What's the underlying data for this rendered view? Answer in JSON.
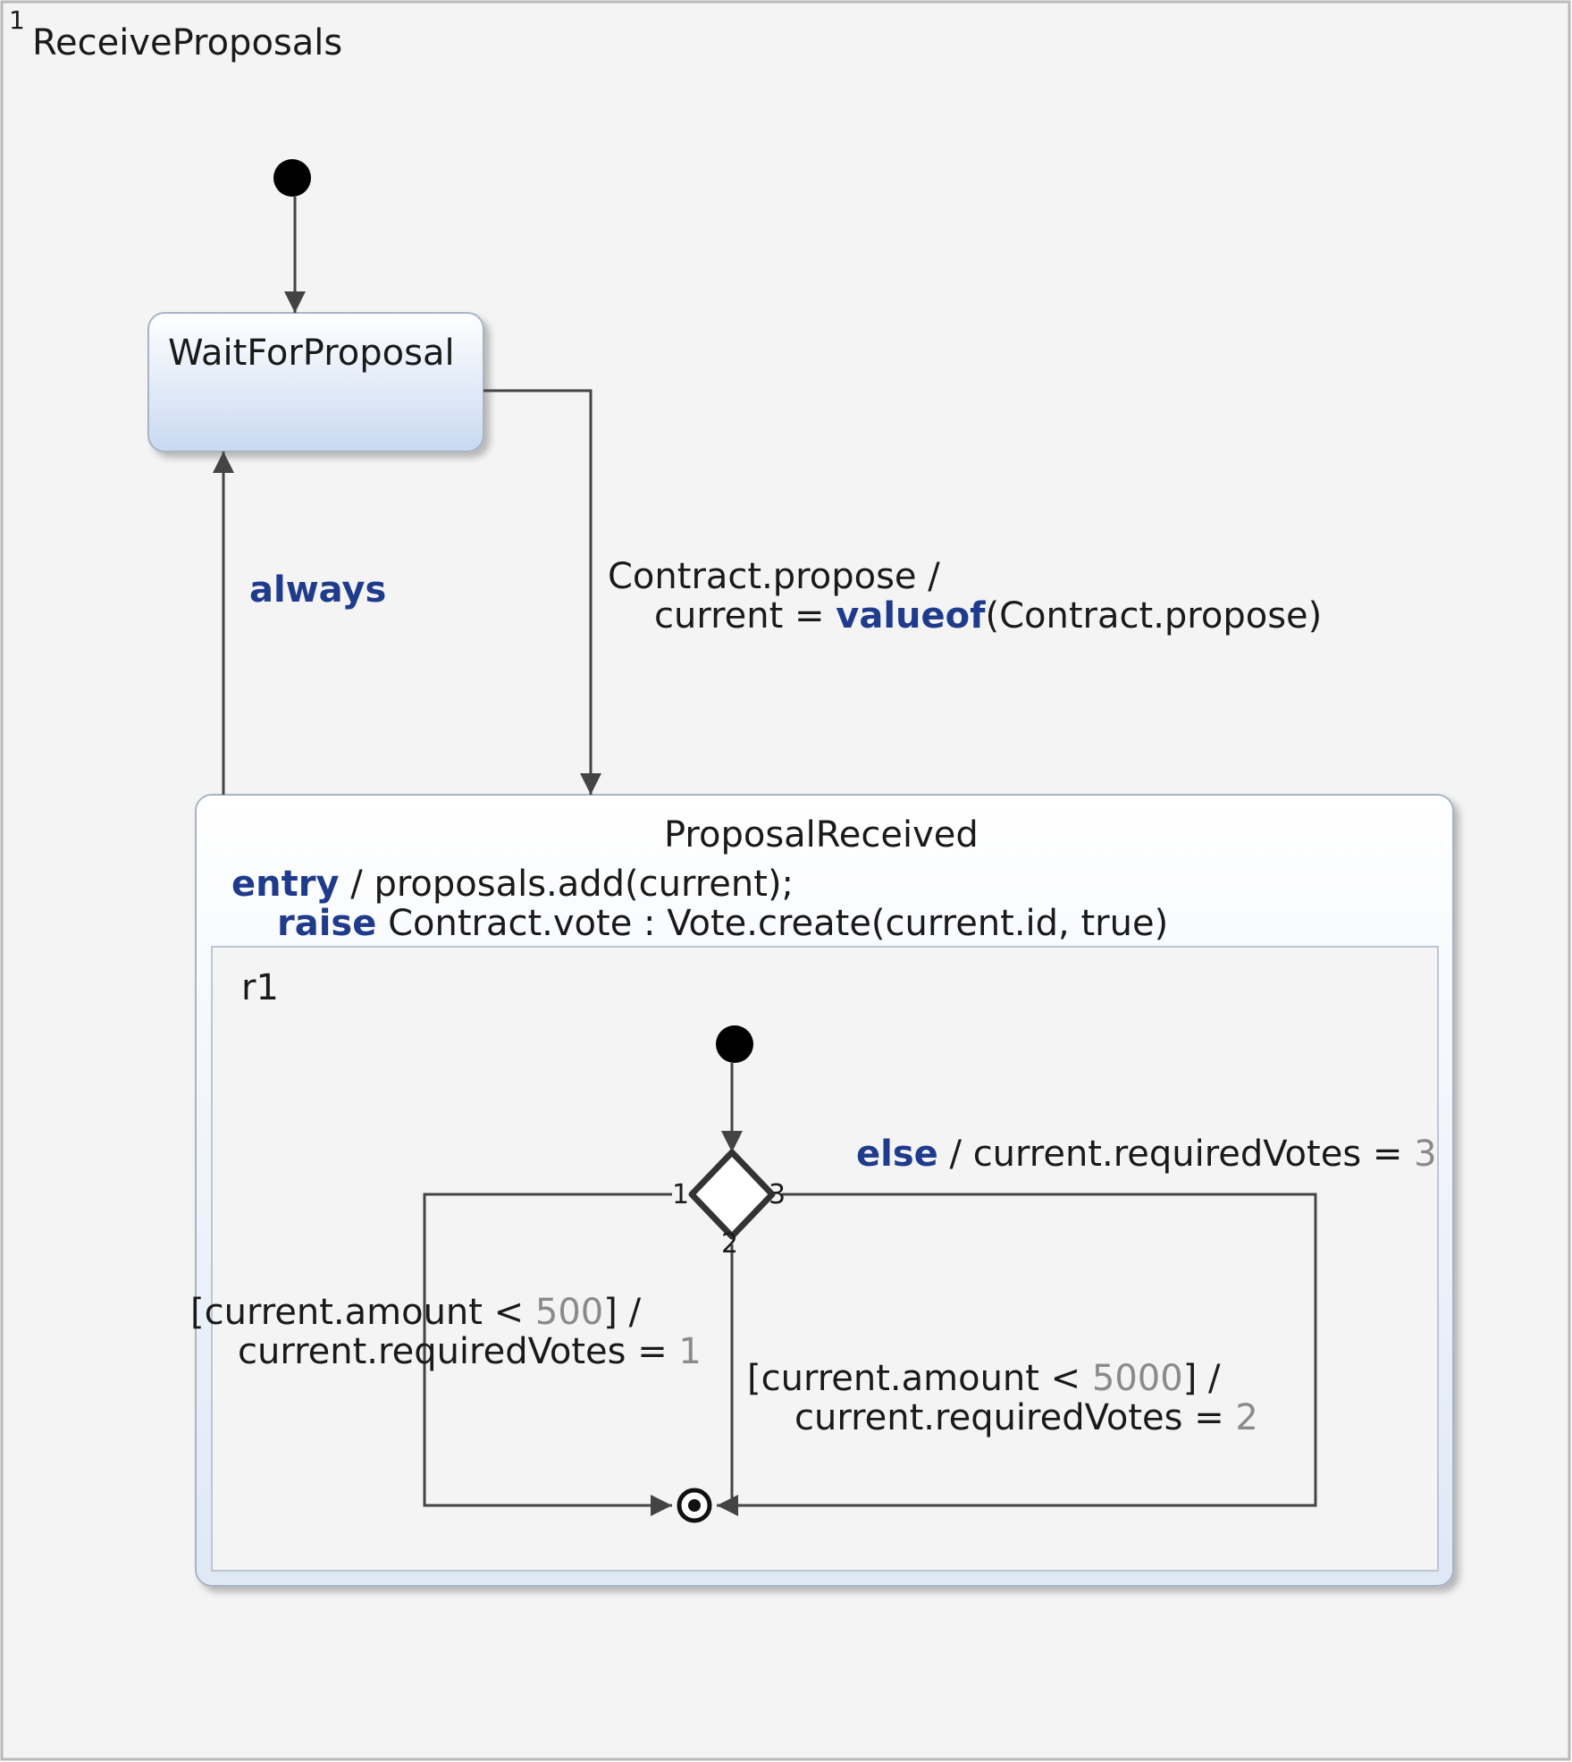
{
  "region": {
    "index": "1",
    "name": "ReceiveProposals"
  },
  "states": {
    "wait": {
      "name": "WaitForProposal"
    },
    "received": {
      "name": "ProposalReceived",
      "entry_kw": "entry",
      "entry_rest": " / proposals.add(current);",
      "raise_kw": "raise",
      "raise_rest": " Contract.vote : Vote.create(current.id, true)",
      "inner_region": "r1"
    }
  },
  "transitions": {
    "always": {
      "keyword": "always"
    },
    "propose": {
      "line1": "Contract.propose /",
      "line2_pre": "current = ",
      "line2_kw": "valueof",
      "line2_post": "(Contract.propose)"
    },
    "choice_1": {
      "port": "1",
      "line1_pre": "[current.amount < ",
      "line1_num": "500",
      "line1_post": "] /",
      "line2_pre": "current.requiredVotes = ",
      "line2_num": "1"
    },
    "choice_2": {
      "port": "2",
      "line1_pre": "[current.amount < ",
      "line1_num": "5000",
      "line1_post": "] /",
      "line2_pre": "current.requiredVotes = ",
      "line2_num": "2"
    },
    "choice_3": {
      "port": "3",
      "kw": "else",
      "rest": " / current.requiredVotes = ",
      "num": "3"
    }
  },
  "colors": {
    "keyword": "#1f3b8c",
    "literal": "#8a8a8a",
    "state_fill_top": "#ffffff",
    "state_fill_bottom": "#c9d9f1",
    "line": "#444444"
  }
}
